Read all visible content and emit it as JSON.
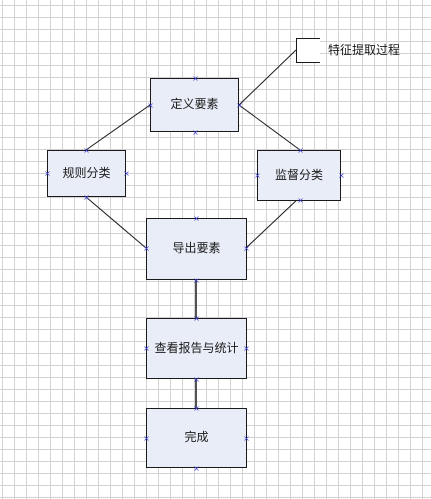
{
  "nodes": {
    "define": "定义要素",
    "rule_class": "规则分类",
    "supervise_class": "监督分类",
    "export": "导出要素",
    "report": "查看报告与统计",
    "done": "完成"
  },
  "annotation": "特征提取过程",
  "colors": {
    "node_fill": "#e9edf7",
    "line": "#1a1a1a",
    "handle": "#3b3bd6",
    "grid": "#d2d2d2"
  }
}
